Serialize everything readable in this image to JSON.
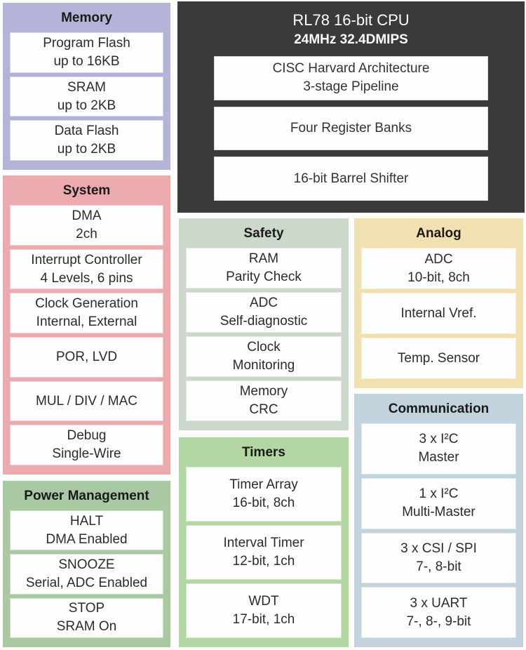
{
  "colors": {
    "memory_bg": "#b4b4d8",
    "system_bg": "#ebaaad",
    "power_management_bg": "#a9c9a3",
    "cpu_bg": "#3a3a3a",
    "safety_bg": "#ccd8cc",
    "timers_bg": "#b3d7a2",
    "analog_bg": "#f1e1b0",
    "communication_bg": "#c3d3dd",
    "cell_bg": "#ffffff",
    "cpu_text": "#ffffff",
    "body_text": "#2b2b2b"
  },
  "cpu": {
    "title": "RL78 16-bit CPU",
    "subtitle": "24MHz 32.4DMIPS",
    "cells": [
      {
        "line1": "CISC Harvard Architecture",
        "line2": "3-stage Pipeline"
      },
      {
        "line1": "Four Register Banks"
      },
      {
        "line1": "16-bit Barrel Shifter"
      }
    ]
  },
  "memory": {
    "title": "Memory",
    "cells": [
      {
        "line1": "Program Flash",
        "line2": "up to 16KB"
      },
      {
        "line1": "SRAM",
        "line2": "up to 2KB"
      },
      {
        "line1": "Data Flash",
        "line2": "up to 2KB"
      }
    ]
  },
  "system": {
    "title": "System",
    "cells": [
      {
        "line1": "DMA",
        "line2": "2ch"
      },
      {
        "line1": "Interrupt Controller",
        "line2": "4 Levels, 6 pins"
      },
      {
        "line1": "Clock Generation",
        "line2": "Internal, External"
      },
      {
        "line1": "POR, LVD"
      },
      {
        "line1": "MUL / DIV / MAC"
      },
      {
        "line1": "Debug",
        "line2": "Single-Wire"
      }
    ]
  },
  "power_management": {
    "title": "Power Management",
    "cells": [
      {
        "line1": "HALT",
        "line2": "DMA Enabled"
      },
      {
        "line1": "SNOOZE",
        "line2": "Serial, ADC Enabled"
      },
      {
        "line1": "STOP",
        "line2": "SRAM On"
      }
    ]
  },
  "safety": {
    "title": "Safety",
    "cells": [
      {
        "line1": "RAM",
        "line2": "Parity Check"
      },
      {
        "line1": "ADC",
        "line2": "Self-diagnostic"
      },
      {
        "line1": "Clock",
        "line2": "Monitoring"
      },
      {
        "line1": "Memory",
        "line2": "CRC"
      }
    ]
  },
  "timers": {
    "title": "Timers",
    "cells": [
      {
        "line1": "Timer Array",
        "line2": "16-bit, 8ch"
      },
      {
        "line1": "Interval Timer",
        "line2": "12-bit, 1ch"
      },
      {
        "line1": "WDT",
        "line2": "17-bit, 1ch"
      }
    ]
  },
  "analog": {
    "title": "Analog",
    "cells": [
      {
        "line1": "ADC",
        "line2": "10-bit, 8ch"
      },
      {
        "line1": "Internal Vref."
      },
      {
        "line1": "Temp. Sensor"
      }
    ]
  },
  "communication": {
    "title": "Communication",
    "cells": [
      {
        "line1": "3 x I²C",
        "line2": "Master"
      },
      {
        "line1": "1 x I²C",
        "line2": "Multi-Master"
      },
      {
        "line1": "3 x CSI / SPI",
        "line2": "7-, 8-bit"
      },
      {
        "line1": "3 x UART",
        "line2": "7-, 8-, 9-bit"
      }
    ]
  }
}
